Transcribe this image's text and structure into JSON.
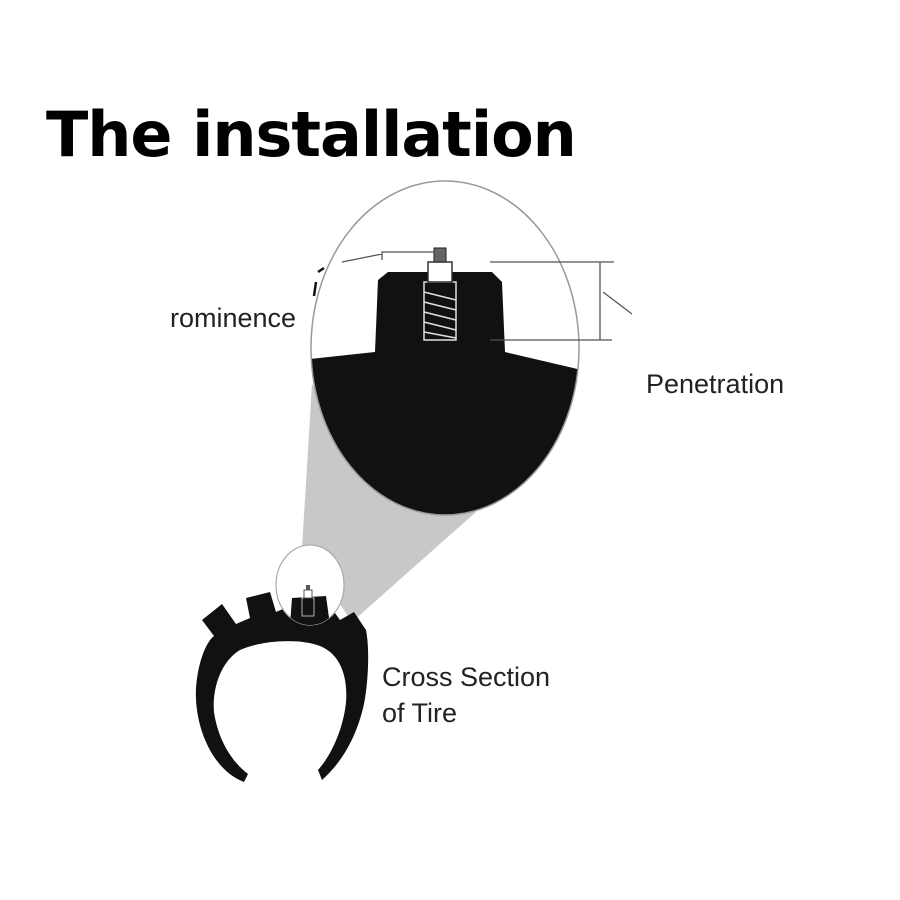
{
  "title": "The installation",
  "labels": {
    "prominence": "rominence",
    "penetration": "Penetration",
    "cross_section_line1": "Cross Section",
    "cross_section_line2": "of Tire"
  },
  "colors": {
    "rubber": "#111111",
    "magnifier_cone": "#c8c8c8",
    "line": "#555555"
  }
}
